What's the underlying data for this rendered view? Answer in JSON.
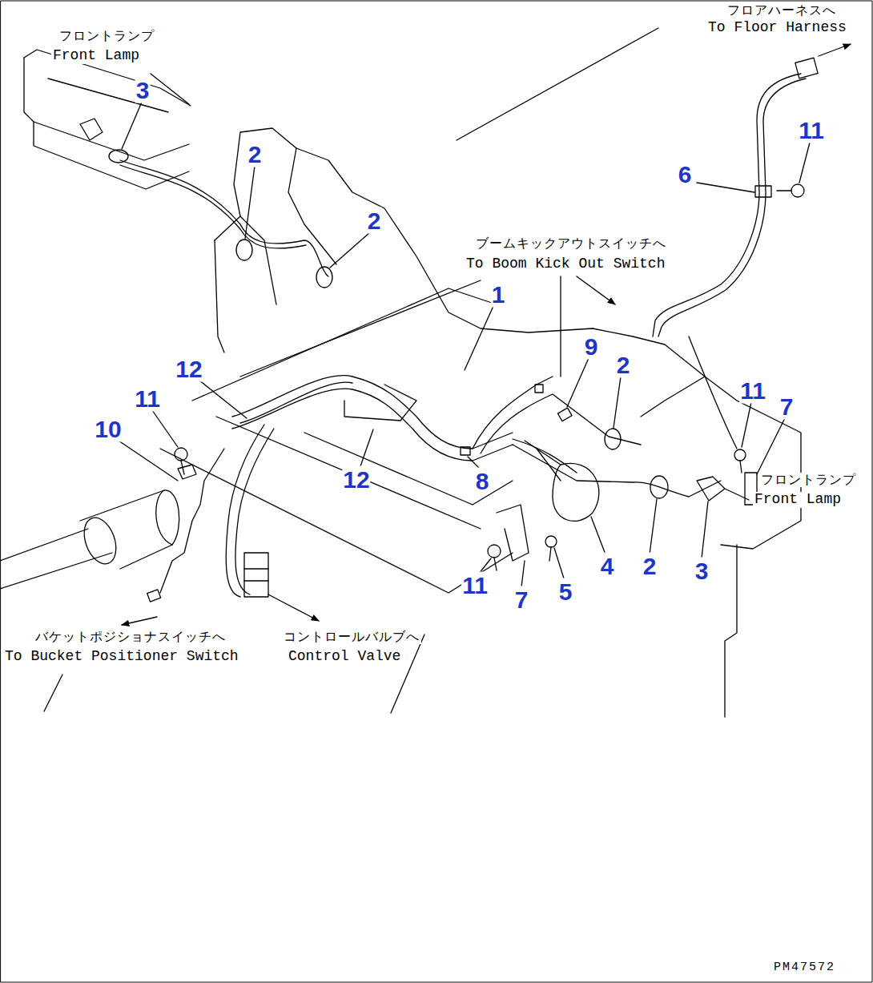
{
  "diagram": {
    "labels": [
      "フロントランプ",
      "Front Lamp",
      "フロアハーネスへ",
      "To Floor Harness",
      "3",
      "2",
      "2",
      "11",
      "6",
      "ブームキックアウトスイッチへ",
      "To Boom Kick Out Switch",
      "1",
      "9",
      "2",
      "11",
      "7",
      "12",
      "11",
      "10",
      "12",
      "8",
      "フロントランプ",
      "Front Lamp",
      "11",
      "7",
      "5",
      "4",
      "2",
      "3",
      "バケットポジショナスイッチへ",
      "To Bucket Positioner Switch",
      "コントロールバルブへ",
      "Control Valve",
      "PM47572"
    ]
  }
}
